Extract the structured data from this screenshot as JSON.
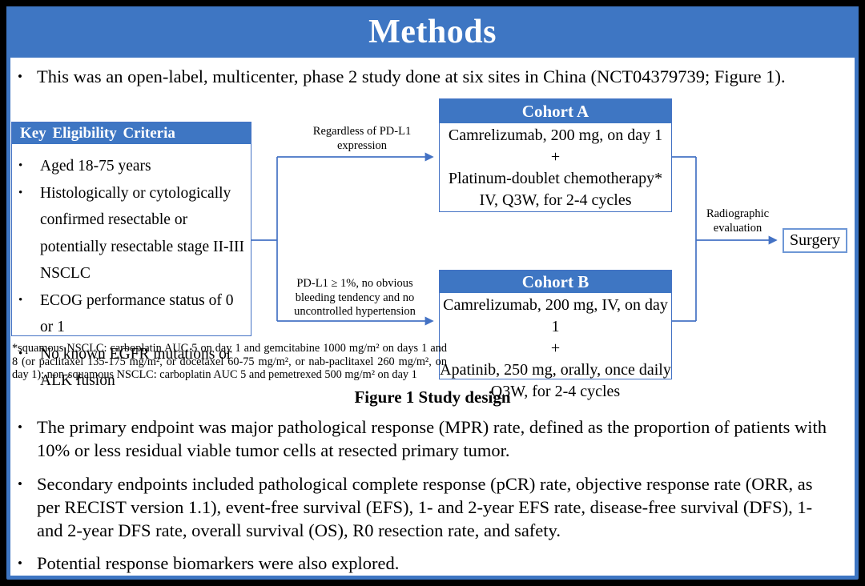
{
  "header": {
    "title": "Methods"
  },
  "bullet_char": "•",
  "colors": {
    "frame_black": "#000000",
    "bar_blue": "#3e76c3",
    "line_blue": "#4472c4",
    "text_black": "#000000",
    "background_white": "#ffffff"
  },
  "bullets": [
    "This was an open-label, multicenter, phase 2 study done at six sites in China (NCT04379739; Figure 1).",
    "The primary endpoint was major pathological response (MPR) rate, defined as the proportion of patients with 10% or less residual viable tumor cells at resected primary tumor.",
    "Secondary endpoints included pathological complete response (pCR) rate, objective response rate (ORR, as per RECIST version 1.1), event-free survival (EFS), 1- and 2-year EFS rate, disease-free survival (DFS), 1- and 2-year DFS rate, overall survival (OS), R0 resection rate, and safety.",
    "Potential response biomarkers were also explored."
  ],
  "figure": {
    "eligibility": {
      "title": "Key Eligibility Criteria",
      "items": [
        "Aged 18-75 years",
        "Histologically or cytologically confirmed resectable or potentially resectable stage II-III NSCLC",
        "ECOG performance status of 0 or 1",
        "No known EGFR mutations or ALK fusion"
      ]
    },
    "branch_labels": {
      "cohort_a": "Regardless of PD-L1 expression",
      "cohort_b": "PD-L1 ≥ 1%, no obvious bleeding tendency and no uncontrolled hypertension"
    },
    "cohort_a": {
      "title": "Cohort A",
      "lines": [
        "Camrelizumab, 200 mg, on day 1",
        "+",
        "Platinum-doublet chemotherapy*",
        "IV, Q3W, for 2-4 cycles"
      ]
    },
    "cohort_b": {
      "title": "Cohort B",
      "lines": [
        "Camrelizumab, 200 mg, IV, on day 1",
        "+",
        "Apatinib, 250 mg, orally, once daily",
        "Q3W, for 2-4 cycles"
      ]
    },
    "evaluation_label": "Radiographic evaluation",
    "surgery_label": "Surgery",
    "footnote": "*squamous NSCLC: carboplatin AUC 5 on day 1 and gemcitabine 1000 mg/m² on days 1 and 8 (or paclitaxel 135-175 mg/m², or docetaxel 60-75 mg/m², or nab-paclitaxel 260 mg/m², on day 1); non-squamous NSCLC: carboplatin AUC 5 and pemetrexed 500 mg/m² on day 1",
    "caption": "Figure 1 Study design"
  }
}
